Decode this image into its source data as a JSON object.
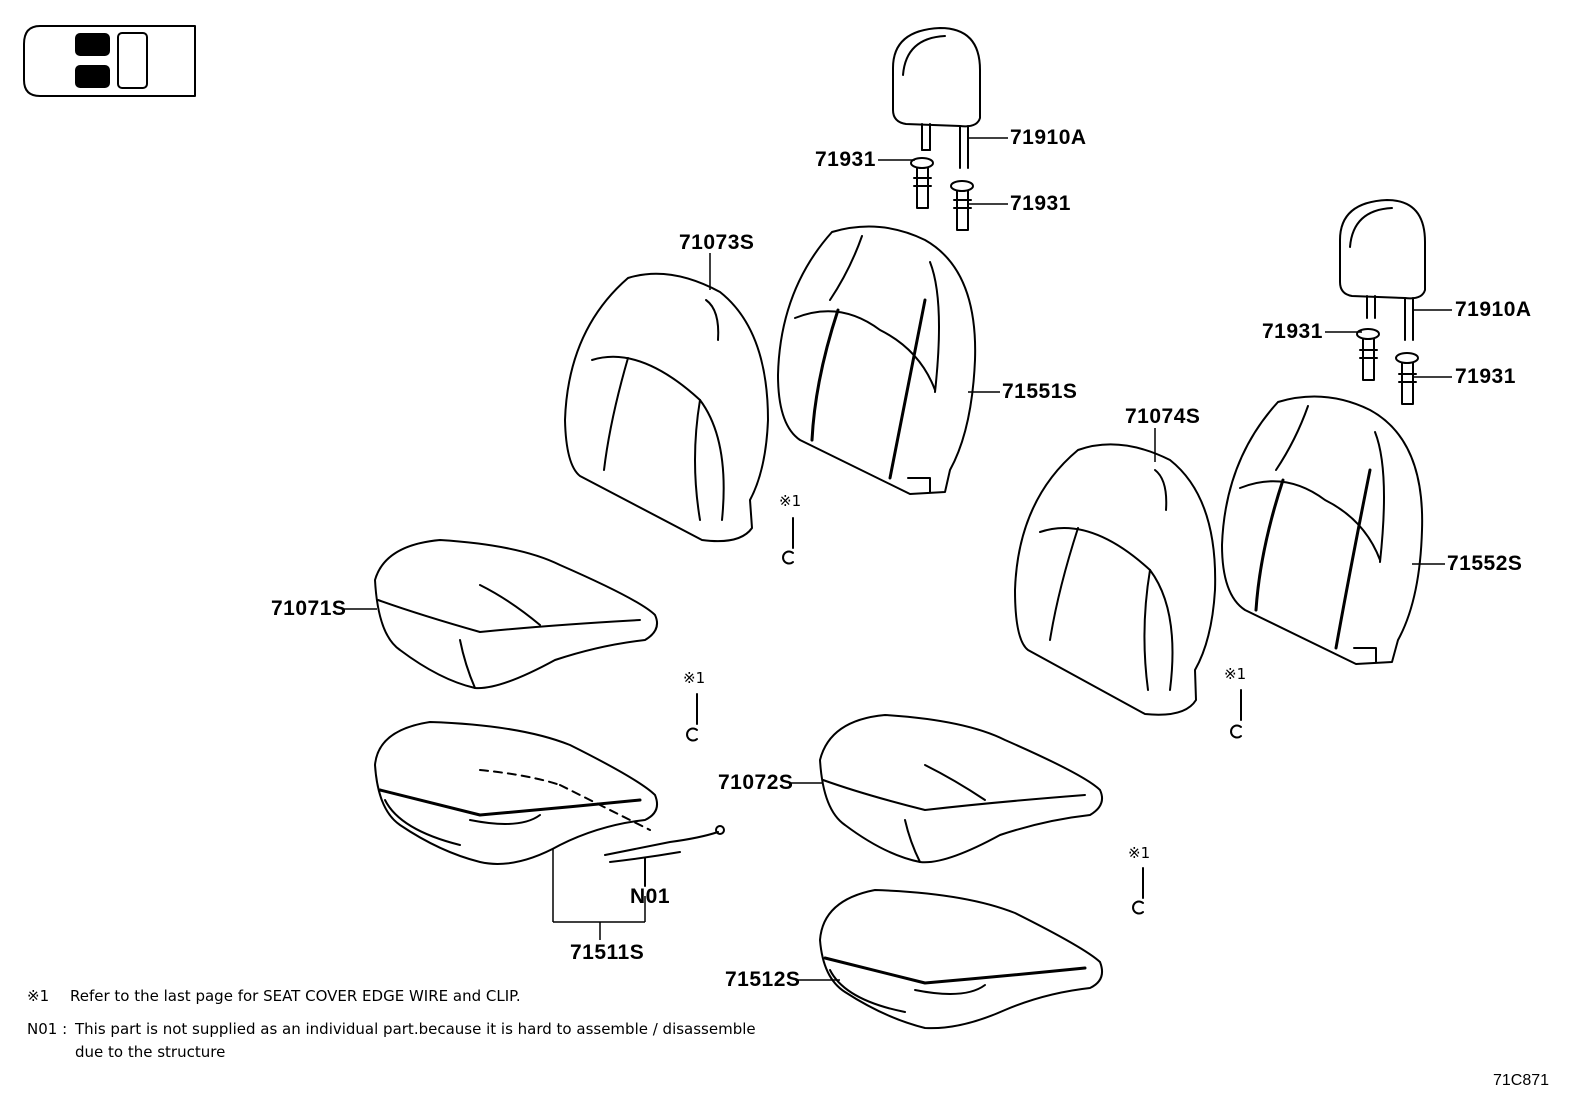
{
  "parts": {
    "headrest_front": "71910A",
    "guide_front_left": "71931",
    "guide_front_right": "71931",
    "headrest_rear": "71910A",
    "guide_rear_left": "71931",
    "guide_rear_right": "71931",
    "seatback_cover_right": "71073S",
    "seatback_cover_left": "71074S",
    "seatback_pad_right": "71551S",
    "seatback_pad_left": "71552S",
    "cushion_cover_right": "71071S",
    "cushion_cover_left": "71072S",
    "cushion_pad_right": "71511S",
    "cushion_pad_left": "71512S",
    "sensor_wire": "N01"
  },
  "marks": {
    "ref1": "※1",
    "ref2": "※1",
    "ref3": "※1",
    "ref4": "※1"
  },
  "notes": {
    "note1_key": "※1",
    "note1_text": "Refer to the last page for SEAT COVER EDGE WIRE and CLIP.",
    "note2_key": "N01 :",
    "note2_text_line1": "This part is not supplied as an individual part.because it is hard to assemble / disassemble",
    "note2_text_line2": "due to the structure"
  },
  "figure_code": "71C871"
}
